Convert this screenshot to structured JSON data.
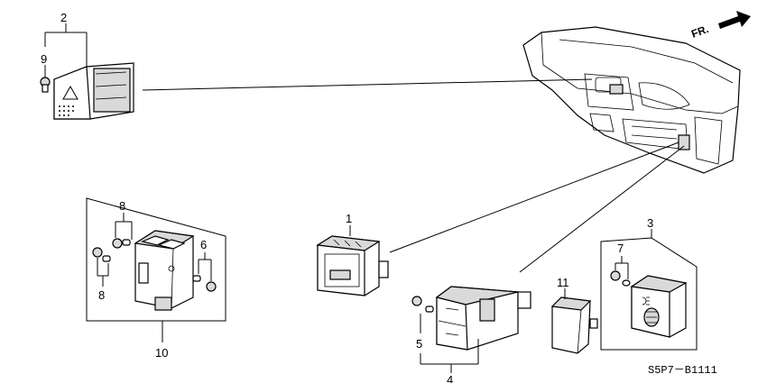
{
  "callouts": {
    "c1": "1",
    "c2": "2",
    "c3": "3",
    "c4": "4",
    "c5": "5",
    "c6": "6",
    "c7": "7",
    "c8a": "8",
    "c8b": "8",
    "c9": "9",
    "c10": "10",
    "c11": "11"
  },
  "direction_label": "FR.",
  "diagram_code": "S5P7－B1111"
}
